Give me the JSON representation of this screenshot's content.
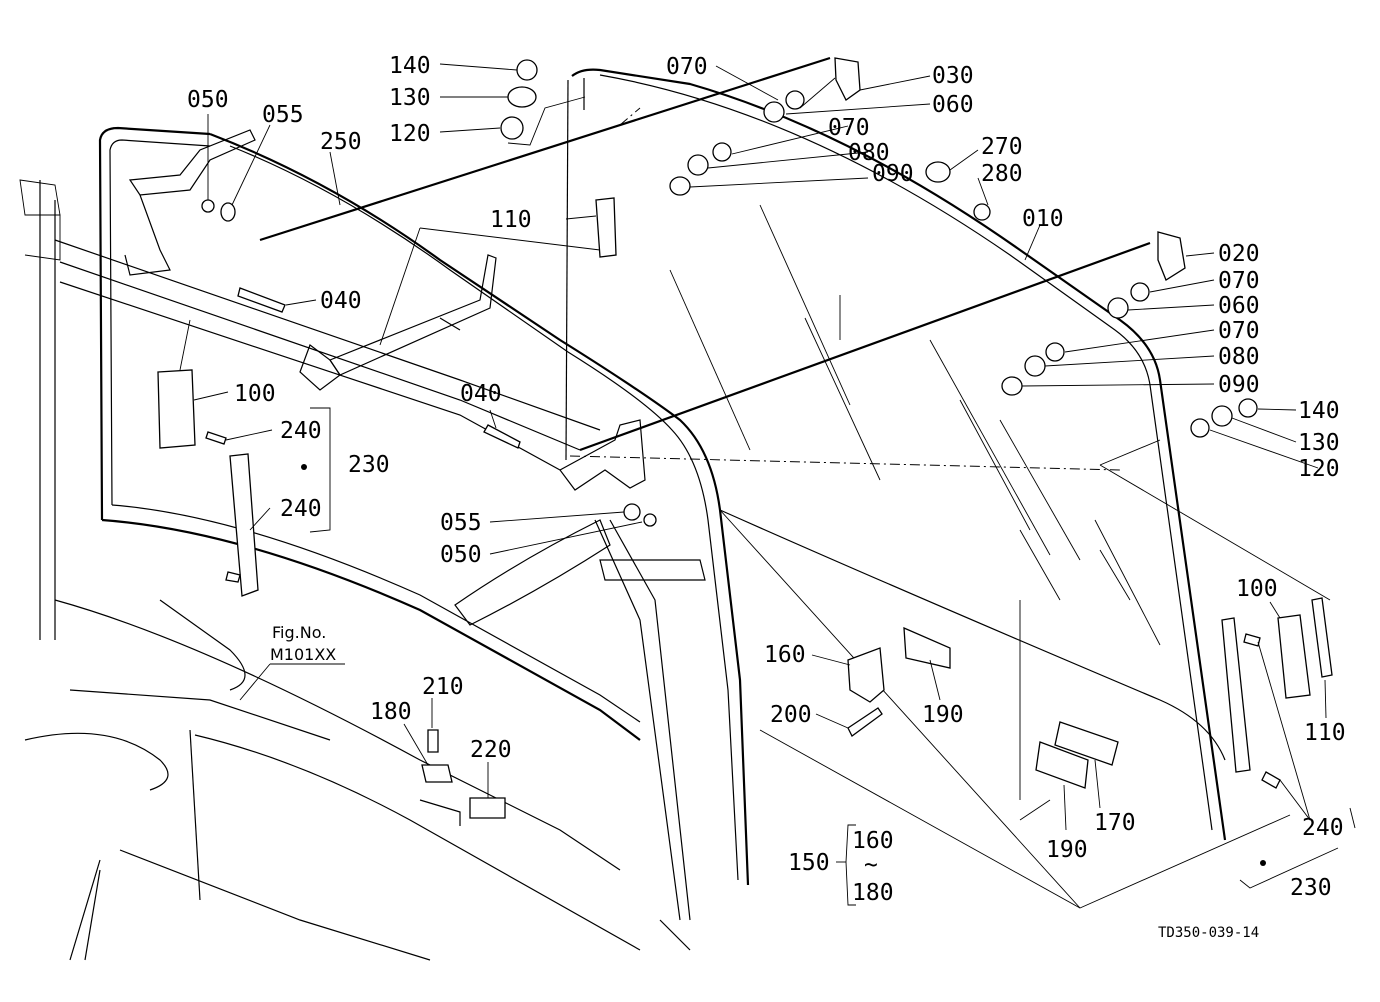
{
  "drawing_code": "TD350-039-14",
  "figure_ref": {
    "line1": "Fig.No.",
    "line2": "M101XX"
  },
  "labels": {
    "p140a": "140",
    "p130a": "130",
    "p120a": "120",
    "p050a": "050",
    "p055a": "055",
    "p250": "250",
    "p070a": "070",
    "p030": "030",
    "p060a": "060",
    "p070b": "070",
    "p080a": "080",
    "p090a": "090",
    "p270": "270",
    "p280": "280",
    "p010": "010",
    "p110a": "110",
    "p040a": "040",
    "p020": "020",
    "p070c": "070",
    "p060b": "060",
    "p070d": "070",
    "p080b": "080",
    "p090b": "090",
    "p140b": "140",
    "p130b": "130",
    "p120b": "120",
    "p100a": "100",
    "p240a": "240",
    "p230a": "230",
    "p240b": "240",
    "p040b": "040",
    "p055b": "055",
    "p050b": "050",
    "p160a": "160",
    "p190a": "190",
    "p200": "200",
    "p210": "210",
    "p180a": "180",
    "p220": "220",
    "p100b": "100",
    "p110b": "110",
    "p170": "170",
    "p190b": "190",
    "p240c": "240",
    "p230b": "230",
    "p150": "150",
    "p160b": "160",
    "p180b": "180",
    "tilde": "~"
  }
}
